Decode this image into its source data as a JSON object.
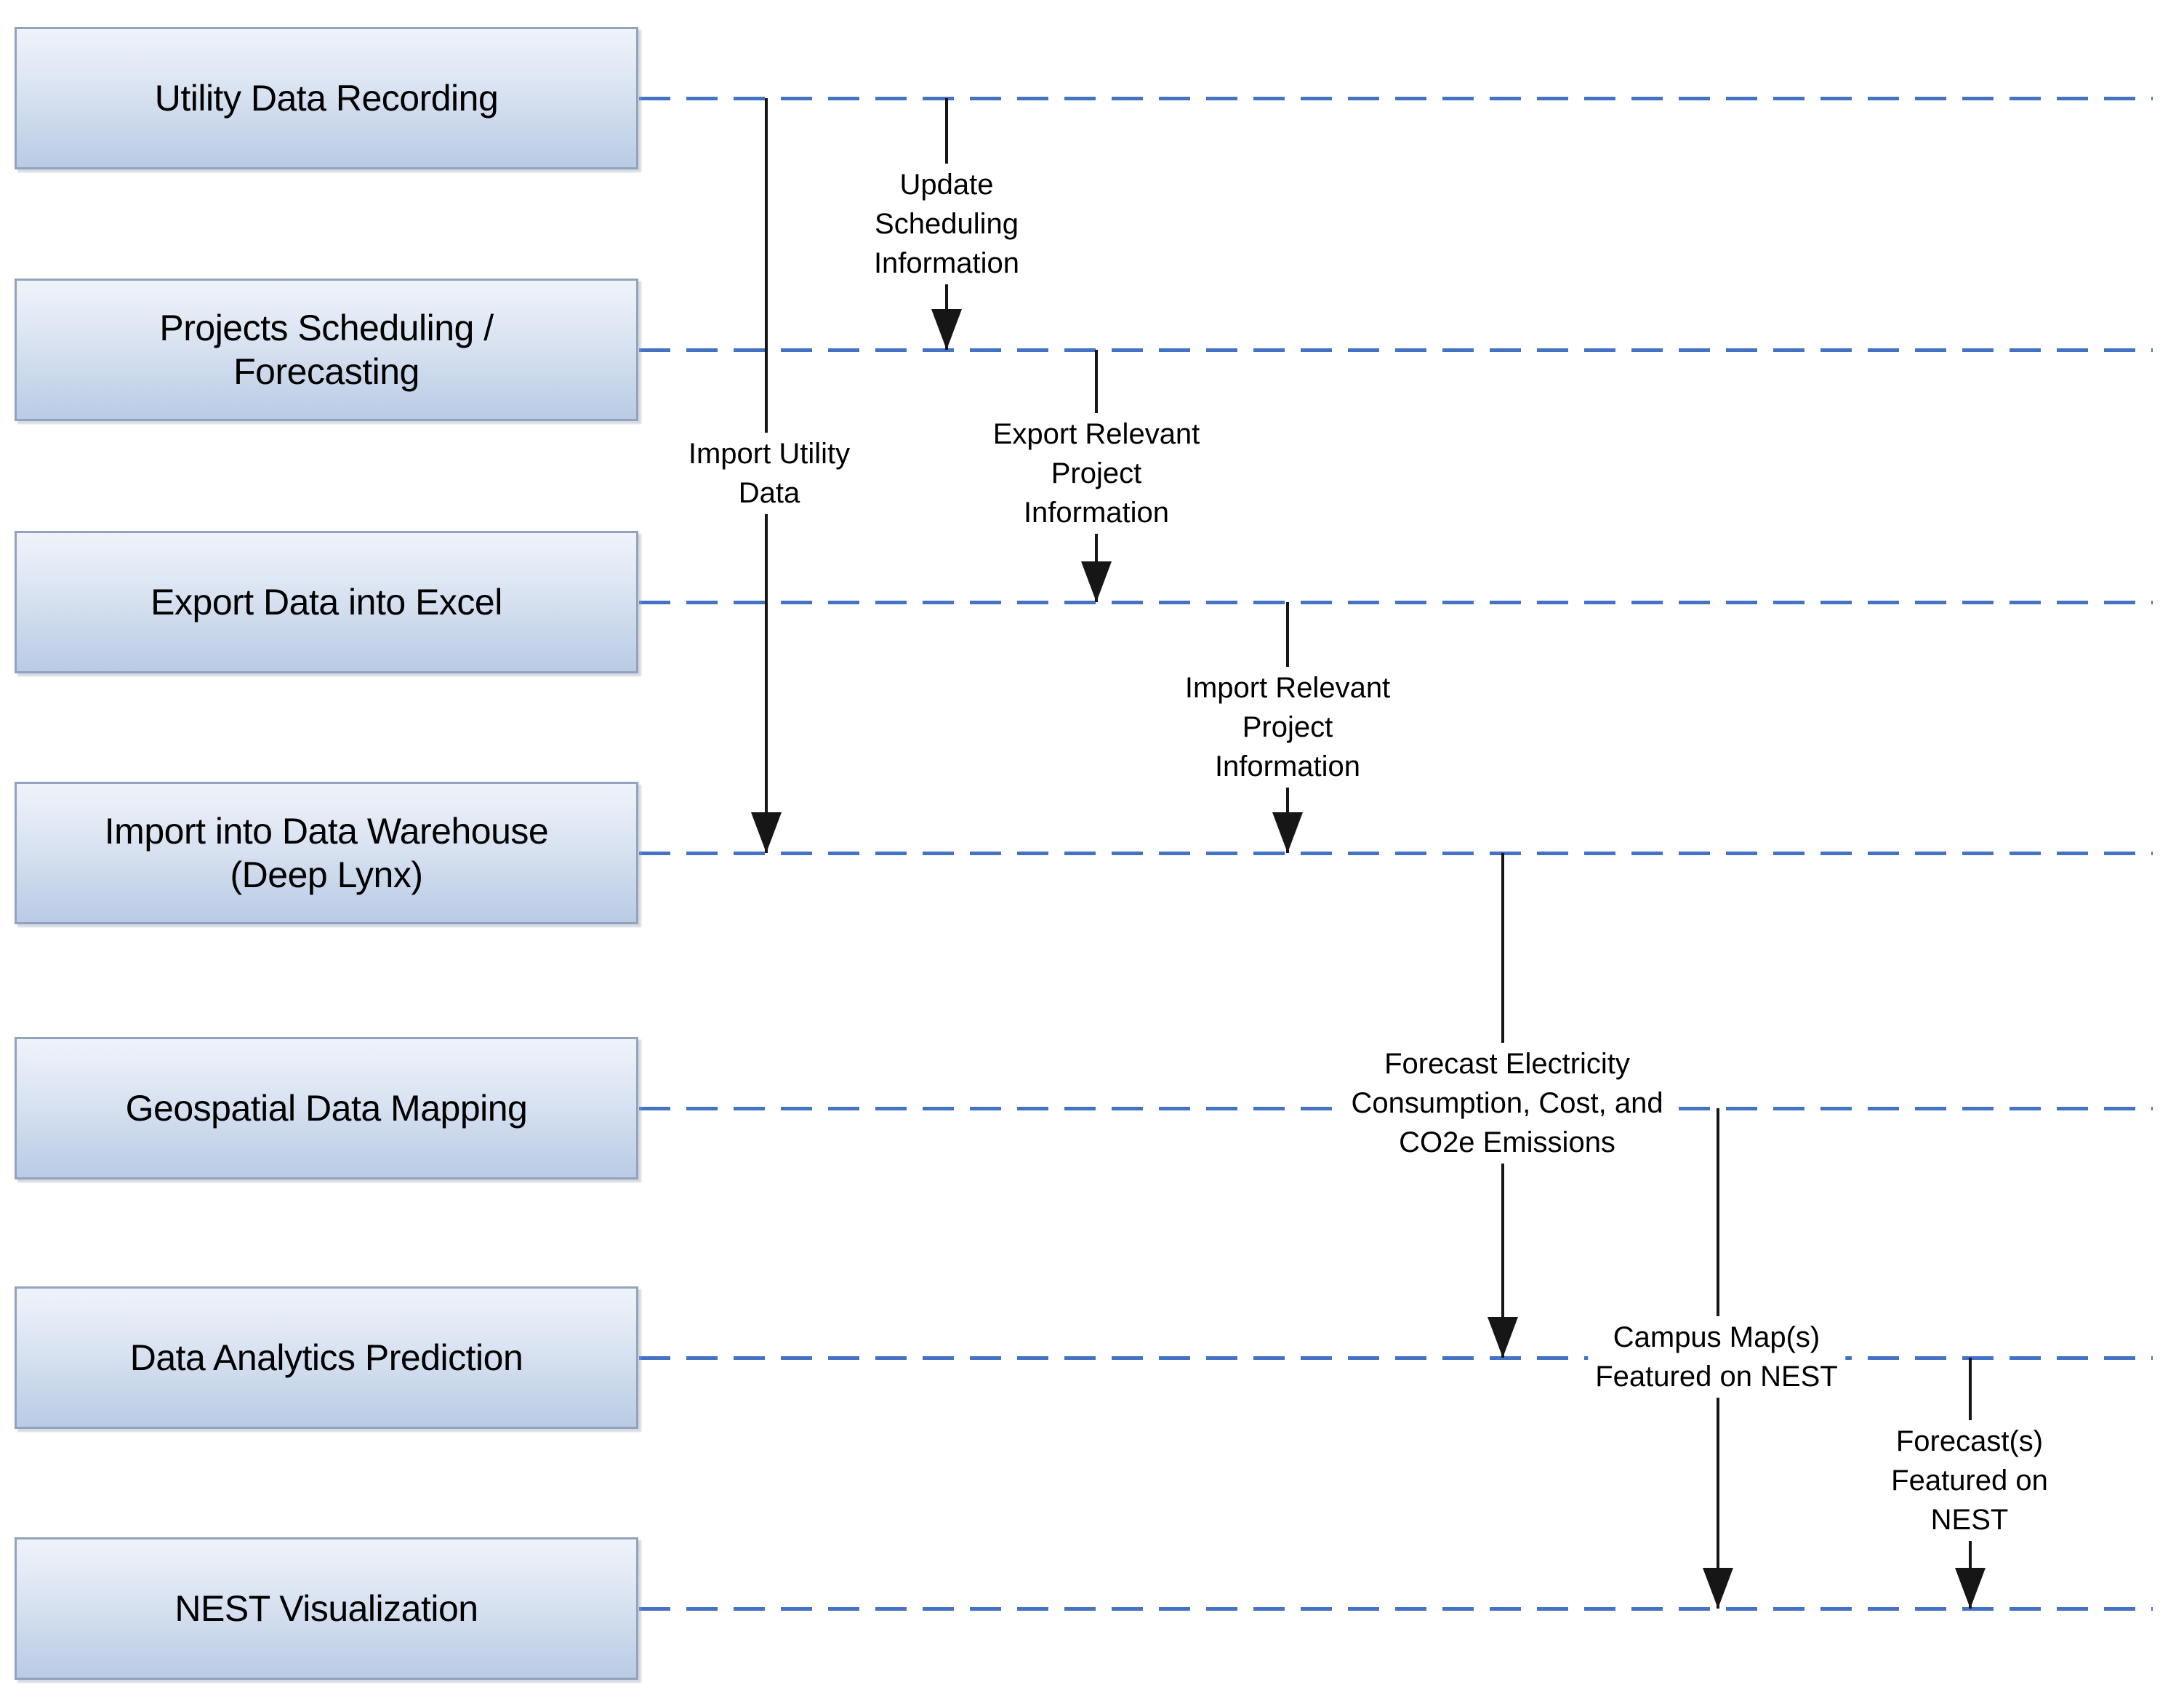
{
  "diagram": {
    "title": "NEST data flow swimlane diagram",
    "colors": {
      "background": "#ffffff",
      "lifeline_dash": "#4472c4",
      "arrow": "#161616",
      "box_border": "#92a3bb",
      "box_gradient_top": "#eef3fa",
      "box_gradient_middle": "#d7e1f0",
      "box_gradient_bottom": "#b9cbe5",
      "text": "#000000"
    },
    "lanes": [
      {
        "name": "utility-data-recording",
        "label": "Utility Data Recording",
        "lines": [
          "Utility Data Recording"
        ]
      },
      {
        "name": "projects-scheduling",
        "label": "Projects Scheduling / Forecasting",
        "lines": [
          "Projects Scheduling /",
          "Forecasting"
        ]
      },
      {
        "name": "export-data-into-excel",
        "label": "Export Data into Excel",
        "lines": [
          "Export Data into Excel"
        ]
      },
      {
        "name": "import-data-warehouse",
        "label": "Import into Data Warehouse (Deep Lynx)",
        "lines": [
          "Import into Data Warehouse",
          "(Deep Lynx)"
        ]
      },
      {
        "name": "geospatial-data-mapping",
        "label": "Geospatial Data Mapping",
        "lines": [
          "Geospatial Data Mapping"
        ]
      },
      {
        "name": "data-analytics-prediction",
        "label": "Data Analytics Prediction",
        "lines": [
          "Data Analytics Prediction"
        ]
      },
      {
        "name": "nest-visualization",
        "label": "NEST Visualization",
        "lines": [
          "NEST Visualization"
        ]
      }
    ],
    "flows": [
      {
        "name": "import-utility-data",
        "label": "Import Utility Data",
        "lines": [
          "Import Utility",
          "Data"
        ],
        "from_lane": "Utility Data Recording",
        "to_lane": "Import into Data Warehouse (Deep Lynx)"
      },
      {
        "name": "update-scheduling-information",
        "label": "Update Scheduling Information",
        "lines": [
          "Update",
          "Scheduling",
          "Information"
        ],
        "from_lane": "Utility Data Recording",
        "to_lane": "Projects Scheduling / Forecasting"
      },
      {
        "name": "export-relevant-project-information",
        "label": "Export Relevant Project Information",
        "lines": [
          "Export Relevant",
          "Project",
          "Information"
        ],
        "from_lane": "Projects Scheduling / Forecasting",
        "to_lane": "Export Data into Excel"
      },
      {
        "name": "import-relevant-project-information",
        "label": "Import Relevant Project Information",
        "lines": [
          "Import Relevant",
          "Project",
          "Information"
        ],
        "from_lane": "Export Data into Excel",
        "to_lane": "Import into Data Warehouse (Deep Lynx)"
      },
      {
        "name": "forecast-electricity",
        "label": "Forecast Electricity Consumption, Cost, and CO2e Emissions",
        "lines": [
          "Forecast Electricity",
          "Consumption, Cost, and",
          "CO2e Emissions"
        ],
        "from_lane": "Import into Data Warehouse (Deep Lynx)",
        "to_lane": "Data Analytics Prediction"
      },
      {
        "name": "campus-maps-featured-on-nest",
        "label": "Campus Map(s) Featured on NEST",
        "lines": [
          "Campus Map(s)",
          "Featured on NEST"
        ],
        "from_lane": "Geospatial Data Mapping",
        "to_lane": "NEST Visualization"
      },
      {
        "name": "forecasts-featured-on-nest",
        "label": "Forecast(s) Featured on NEST",
        "lines": [
          "Forecast(s)",
          "Featured on",
          "NEST"
        ],
        "from_lane": "Data Analytics Prediction",
        "to_lane": "NEST Visualization"
      }
    ]
  }
}
